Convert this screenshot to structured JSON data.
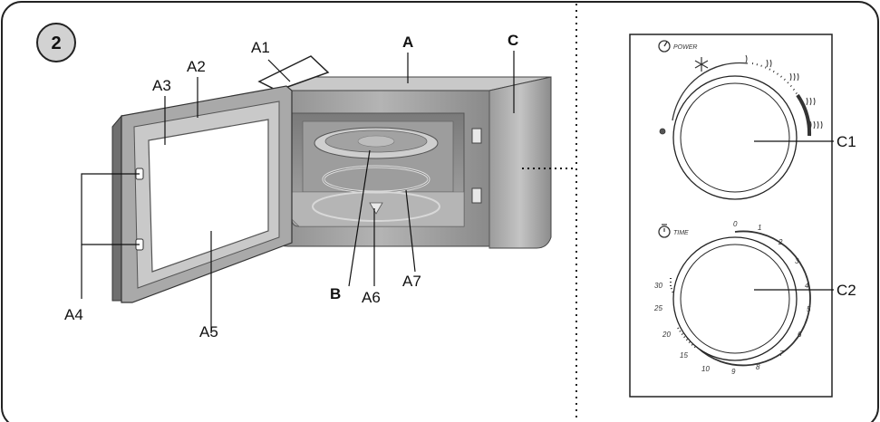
{
  "figure_number": "2",
  "labels": {
    "A": "A",
    "A1": "A1",
    "A2": "A2",
    "A3": "A3",
    "A4": "A4",
    "A5": "A5",
    "A6": "A6",
    "A7": "A7",
    "B": "B",
    "C": "C",
    "C1": "C1",
    "C2": "C2"
  },
  "control_panel": {
    "power_label": "POWER",
    "time_label": "TIME",
    "timer_marks": [
      "0",
      "1",
      "2",
      "3",
      "4",
      "5",
      "6",
      "7",
      "8",
      "9",
      "10",
      "15",
      "20",
      "25",
      "30"
    ]
  },
  "colors": {
    "outline": "#222222",
    "body_gray": "#9a9a9a",
    "door_gray": "#b0b0b0",
    "dark_gray": "#6e6e6e",
    "light_gray": "#d6d6d6"
  },
  "icons": [
    "power-icon",
    "timer-icon",
    "defrost-icon"
  ]
}
